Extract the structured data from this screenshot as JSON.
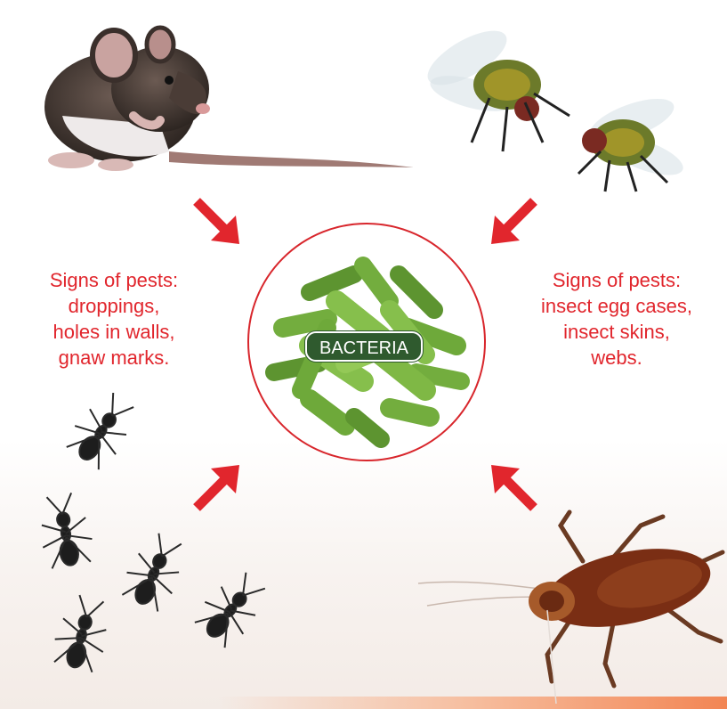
{
  "center": {
    "label": "BACTERIA"
  },
  "left_caption": [
    "Signs of pests:",
    "droppings,",
    "holes in walls,",
    "gnaw marks."
  ],
  "right_caption": [
    "Signs of pests:",
    "insect egg cases,",
    "insect skins,",
    "webs."
  ],
  "colors": {
    "accent_red": "#e1262d",
    "bacteria_green": "#6ea93a",
    "label_green": "#2f5a2e"
  },
  "pests": [
    "rat",
    "flies",
    "ants",
    "cockroach"
  ]
}
